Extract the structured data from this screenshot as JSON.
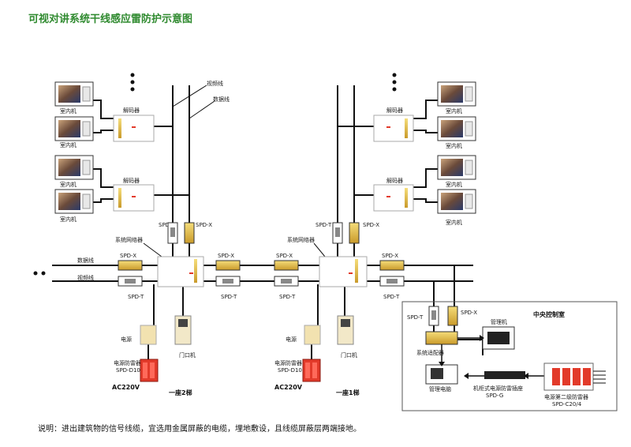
{
  "title": "可视对讲系统干线感应雷防护示意图",
  "note": "说明：进出建筑物的信号线缆，宜选用金属屏蔽的电缆，埋地敷设，且线缆屏蔽层两端接地。",
  "labels": {
    "video_line_top": "视频线",
    "data_line_top": "数据线",
    "decoder": "解码器",
    "indoor_unit": "室内机",
    "spd_t": "SPD-T",
    "spd_x": "SPD-X",
    "network_device": "系统网络器",
    "data_line_left": "数据线",
    "video_line_left": "视频线",
    "power": "电源",
    "door_unit": "门口机",
    "power_spd": "电源防雷器",
    "spd_d10": "SPD-D10",
    "ac220v": "AC220V",
    "building2": "一座2梯",
    "building1": "一座1梯",
    "control_room": "中央控制室",
    "adapter": "系统适配器",
    "manager": "管理机",
    "manager_pc": "管理电脑",
    "rack_socket": "机柜式电源防雷插座",
    "spd_g": "SPD-G",
    "power_l2": "电源第二级防雷器",
    "spd_c20": "SPD-C20/4"
  },
  "colors": {
    "title": "#2f8a2f",
    "line": "#111111",
    "spd_red": "#e23a2a",
    "device_yellow": "#e6c24a",
    "screen_blue": "#2a4a8a"
  }
}
